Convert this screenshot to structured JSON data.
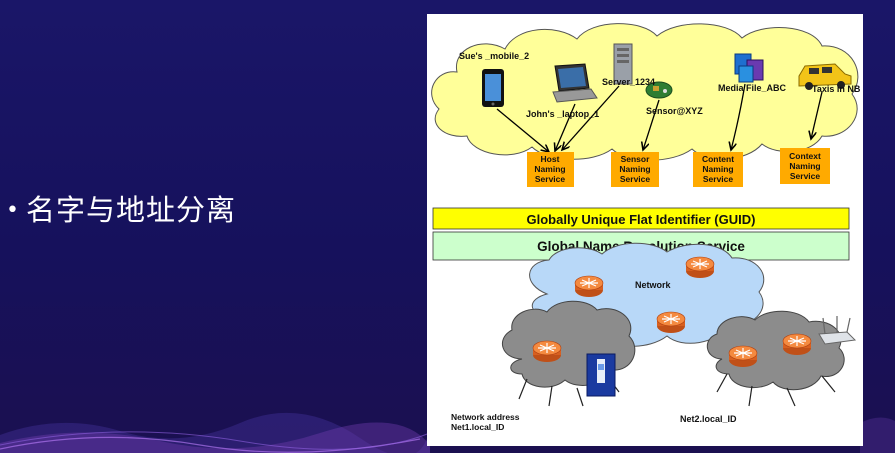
{
  "slide": {
    "bullet_text": "名字与地址分离"
  },
  "diagram": {
    "devices": {
      "mobile": "Sue's _mobile_2",
      "laptop": "John's _laptop_1",
      "server": "Server_1234",
      "sensor": "Sensor@XYZ",
      "media": "Media File_ABC",
      "taxi": "Taxis in NB"
    },
    "services": [
      [
        "Host",
        "Naming",
        "Service"
      ],
      [
        "Sensor",
        "Naming",
        "Service"
      ],
      [
        "Content",
        "Naming",
        "Service"
      ],
      [
        "Context",
        "Naming",
        "Service"
      ]
    ],
    "guid_bar": "Globally Unique Flat Identifier (GUID)",
    "gnrs_bar": "Global Name Resolution Service",
    "network_label": "Network",
    "net1_line1": "Network address",
    "net1_line2": "Net1.local_ID",
    "net2_label": "Net2.local_ID",
    "colors": {
      "top_cloud": "#ffff99",
      "service_box": "#ffaa00",
      "guid_bar": "#ffff00",
      "gnrs_bar": "#ccffcc",
      "network_cloud": "#b8d8f8",
      "edge_cloud": "#8c8c8c",
      "router": "#f07830",
      "slide_bg": "#1a1668"
    },
    "icons": [
      "mobile-phone-icon",
      "laptop-icon",
      "server-icon",
      "sensor-board-icon",
      "media-file-icon",
      "taxi-icon",
      "router-icon",
      "wireless-access-point-icon",
      "handheld-device-icon"
    ]
  }
}
